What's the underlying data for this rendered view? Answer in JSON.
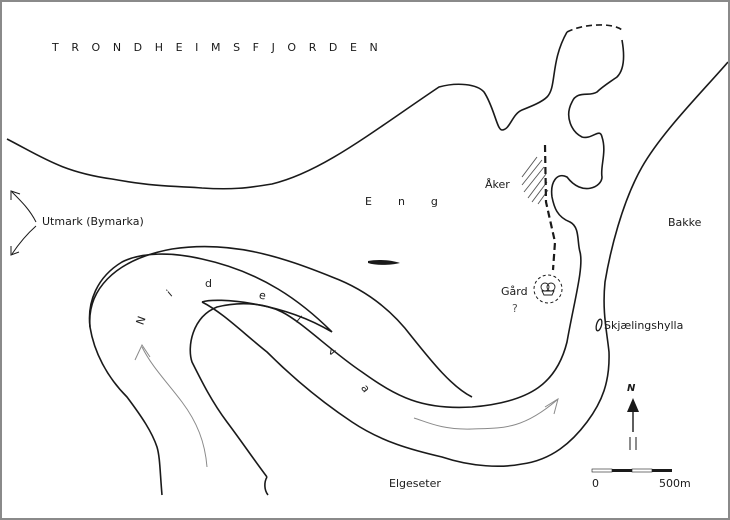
{
  "map": {
    "water_label": "TRONDHEIMSFJORDEN",
    "areas": {
      "meadow": "Eng",
      "field": "Åker",
      "hill": "Bakke",
      "outfield": "Utmark (Bymarka)",
      "south": "Elgeseter",
      "shelf": "Skjælingshylla"
    },
    "farm": {
      "label": "Gård",
      "uncertain_mark": "?"
    },
    "river": {
      "name": "Nidelva",
      "letters": [
        "N",
        "i",
        "d",
        "e",
        "l",
        "v",
        "a"
      ]
    },
    "north_arrow": {
      "label": "N"
    },
    "scale_bar": {
      "start_label": "0",
      "end_label": "500m"
    },
    "colors": {
      "line": "#1a1a1a",
      "border": "#8a8a8a",
      "background": "#ffffff",
      "flow_arrow": "#8a8a8a"
    }
  }
}
